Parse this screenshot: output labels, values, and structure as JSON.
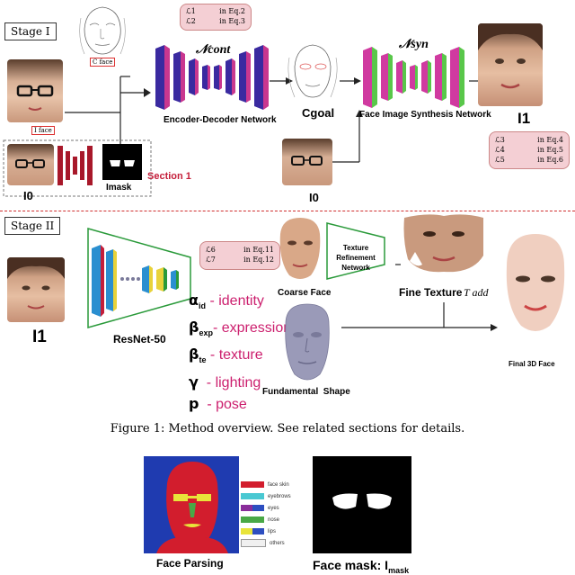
{
  "stage1": {
    "label": "Stage I",
    "losses_top": [
      {
        "sym": "ℒ1",
        "ref": "in Eq.2"
      },
      {
        "sym": "ℒ2",
        "ref": "in Eq.3"
      }
    ],
    "ncont": "𝒩cont",
    "nsyn": "𝒩syn",
    "encoder_label": "Encoder-Decoder Network",
    "synthesis_label": "Face Image Synthesis Network",
    "cgoal_label": "Cgoal",
    "i1_label": "I1",
    "i0_label": "I0",
    "imask_label": "Imask",
    "iface_label": "I face",
    "cface_label": "C face",
    "section_label": "Section 1",
    "losses_right": [
      {
        "sym": "ℒ3",
        "ref": "in Eq.4"
      },
      {
        "sym": "ℒ4",
        "ref": "in Eq.5"
      },
      {
        "sym": "ℒ5",
        "ref": "in Eq.6"
      }
    ]
  },
  "stage2": {
    "label": "Stage II",
    "losses": [
      {
        "sym": "ℒ6",
        "ref": "in Eq.11"
      },
      {
        "sym": "ℒ7",
        "ref": "in Eq.12"
      }
    ],
    "resnet_label": "ResNet-50",
    "i1_label": "I1",
    "texture_net": "Texture Refinement Network",
    "coarse_face": "Coarse Face",
    "fine_texture": "Fine Texture",
    "tadd": "T add",
    "fundamental_shape": "Fundamental  Shape",
    "final_face": "Final 3D Face",
    "params": [
      {
        "sym": "α",
        "sub": "id",
        "text": "- identity"
      },
      {
        "sym": "β",
        "sub": "exp",
        "text": "- expression"
      },
      {
        "sym": "β",
        "sub": "te",
        "text": "- texture"
      },
      {
        "sym": "γ",
        "sub": "",
        "text": "- lighting"
      },
      {
        "sym": "p",
        "sub": "",
        "text": "- pose"
      }
    ]
  },
  "figure_caption": "Figure 1: Method overview. See related sections for details.",
  "bottom": {
    "face_parsing_label": "Face Parsing",
    "face_mask_label": "Face mask: I",
    "face_mask_sub": "mask",
    "legend": [
      {
        "label": "face skin",
        "colors": [
          "#d21d2d",
          "#d21d2d"
        ]
      },
      {
        "label": "eyebrows",
        "colors": [
          "#49c8d2",
          "#49c8d2"
        ]
      },
      {
        "label": "eyes",
        "colors": [
          "#8a2d9a",
          "#2d4ec0"
        ]
      },
      {
        "label": "nose",
        "colors": [
          "#49a846",
          "#49a846"
        ]
      },
      {
        "label": "lips",
        "colors": [
          "#e8e43a",
          "#2d4ec0"
        ]
      },
      {
        "label": "others",
        "colors": [
          "#f0f0f0",
          "#f0f0f0"
        ]
      }
    ]
  },
  "colors": {
    "accent_red": "#c41e3a",
    "magenta": "#cc1f6e",
    "purple": "#3a2aa0",
    "green": "#59c74a",
    "pink_pill": "#f4cfd4"
  }
}
